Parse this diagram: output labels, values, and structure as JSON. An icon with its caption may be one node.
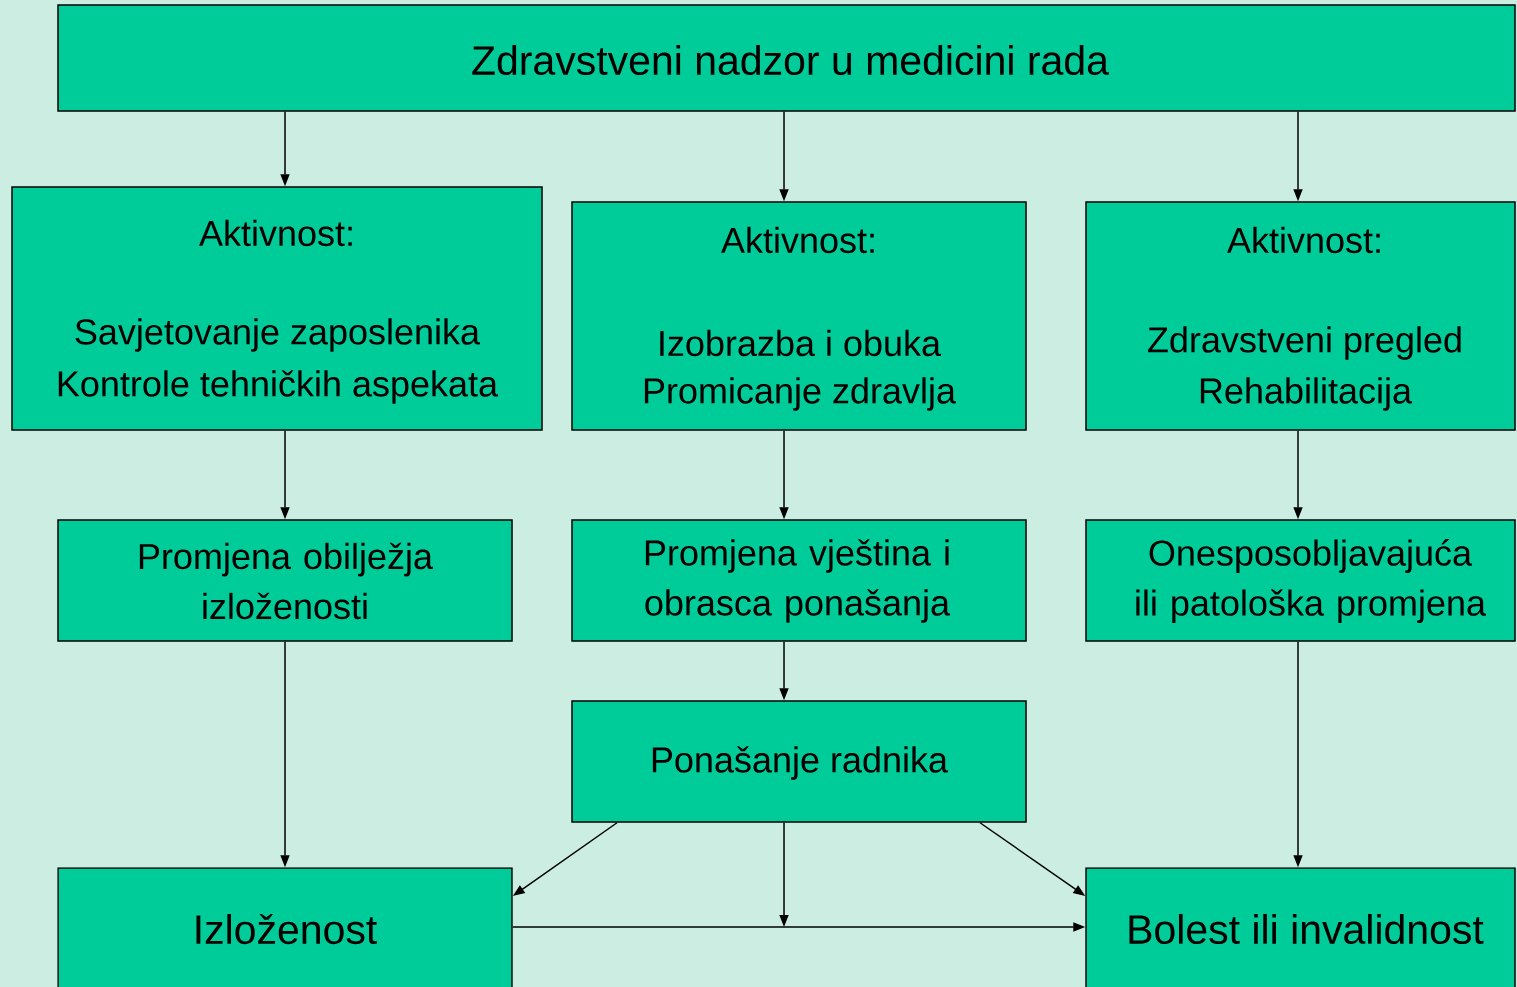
{
  "diagram": {
    "nodes": [
      {
        "text": [
          "Zdravstveni nadzor u medicini rada"
        ]
      },
      {
        "text": [
          "Aktivnost:",
          "Savjetovanje zaposlenika",
          "Kontrole tehničkih aspekata"
        ]
      },
      {
        "text": [
          "Aktivnost:",
          "Izobrazba i obuka",
          "Promicanje zdravlja"
        ]
      },
      {
        "text": [
          "Aktivnost:",
          "Zdravstveni pregled",
          "Rehabilitacija"
        ]
      },
      {
        "text": [
          "Promjena obilježja izloženosti"
        ]
      },
      {
        "text": [
          "Promjena vještina i obrasca ponašanja"
        ]
      },
      {
        "text": [
          "Onesposobljavajuća ili patološka promjena"
        ]
      },
      {
        "text": [
          "Ponašanje radnika"
        ]
      },
      {
        "text": [
          "Izloženost"
        ]
      },
      {
        "text": [
          "Bolest ili invalidnost"
        ]
      }
    ],
    "edges": [
      {
        "from": 0,
        "to": 1,
        "arrow": "to"
      },
      {
        "from": 0,
        "to": 2,
        "arrow": "to"
      },
      {
        "from": 0,
        "to": 3,
        "arrow": "to"
      },
      {
        "from": 1,
        "to": 4,
        "arrow": "to"
      },
      {
        "from": 2,
        "to": 5,
        "arrow": "to"
      },
      {
        "from": 3,
        "to": 6,
        "arrow": "to"
      },
      {
        "from": 4,
        "to": 8,
        "arrow": "to"
      },
      {
        "from": 5,
        "to": 7,
        "arrow": "to"
      },
      {
        "from": 6,
        "to": 9,
        "arrow": "to"
      },
      {
        "from": 7,
        "to": 8,
        "arrow": "to"
      },
      {
        "from": 7,
        "to": null,
        "arrow": "to"
      },
      {
        "from": 7,
        "to": 9,
        "arrow": "to"
      },
      {
        "from": 8,
        "to": 9,
        "arrow": "to"
      }
    ]
  }
}
